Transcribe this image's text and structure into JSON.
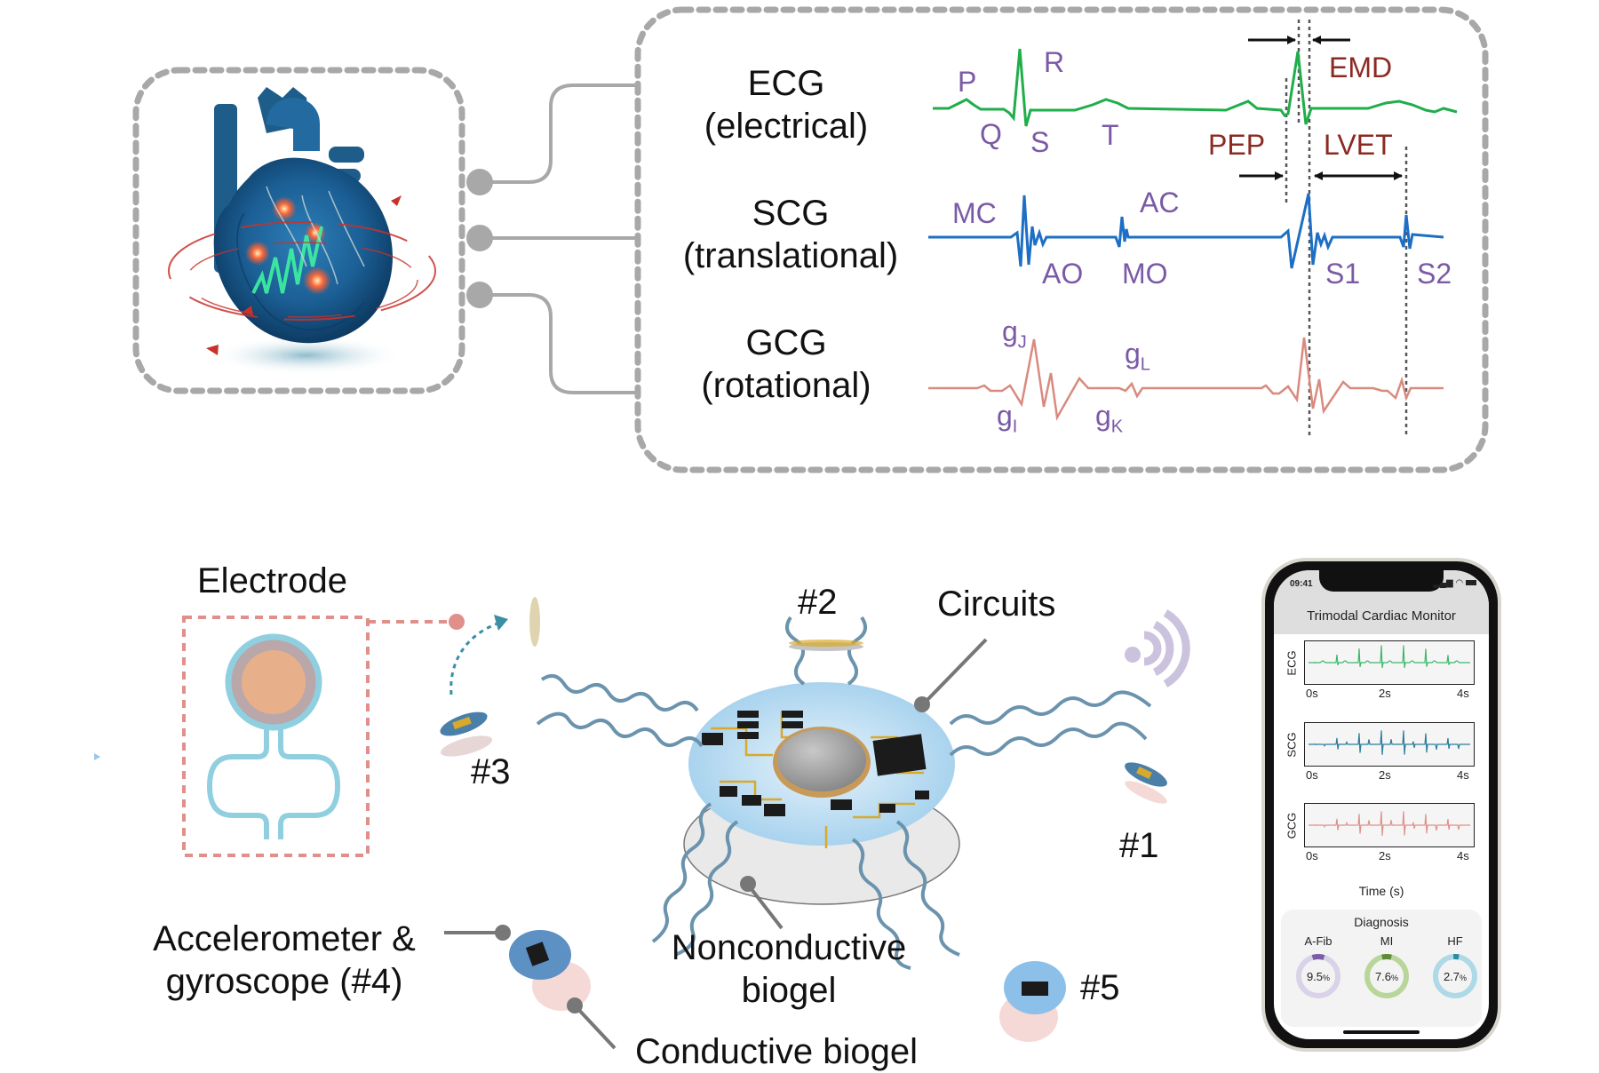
{
  "top_panel": {
    "signals": [
      {
        "name": "ECG",
        "type": "(electrical)",
        "color": "#1fae4a"
      },
      {
        "name": "SCG",
        "type": "(translational)",
        "color": "#1c6fc4"
      },
      {
        "name": "GCG",
        "type": "(rotational)",
        "color": "#d98a7e"
      }
    ],
    "ecg_points": [
      "P",
      "Q",
      "R",
      "S",
      "T"
    ],
    "scg_points": [
      "MC",
      "AO",
      "AC",
      "MO",
      "S1",
      "S2"
    ],
    "gcg_points": [
      {
        "base": "g",
        "sub": "J"
      },
      {
        "base": "g",
        "sub": "I"
      },
      {
        "base": "g",
        "sub": "L"
      },
      {
        "base": "g",
        "sub": "K"
      }
    ],
    "intervals": [
      "EMD",
      "PEP",
      "LVET"
    ]
  },
  "device": {
    "electrode_label": "Electrode",
    "circuits_label": "Circuits",
    "accel_label_line1": "Accelerometer &",
    "accel_label_line2": "gyroscope (#4)",
    "nonconductive_line1": "Nonconductive",
    "nonconductive_line2": "biogel",
    "conductive_label": "Conductive biogel",
    "electrode_ids": [
      "#1",
      "#2",
      "#3",
      "#5"
    ]
  },
  "phone": {
    "status_time": "09:41",
    "app_title": "Trimodal Cardiac Monitor",
    "charts": [
      {
        "label": "ECG",
        "color": "#3cb86a",
        "ticks": [
          "0s",
          "2s",
          "4s"
        ]
      },
      {
        "label": "SCG",
        "color": "#2b7d9a",
        "ticks": [
          "0s",
          "2s",
          "4s"
        ]
      },
      {
        "label": "GCG",
        "color": "#e0918a",
        "ticks": [
          "0s",
          "2s",
          "4s"
        ]
      }
    ],
    "time_axis_label": "Time (s)",
    "diagnosis": {
      "title": "Diagnosis",
      "items": [
        {
          "label": "A-Fib",
          "value": "9.5",
          "unit": "%",
          "fraction": 0.095,
          "ring": "#d9d2e8",
          "accent": "#7b5ea8"
        },
        {
          "label": "MI",
          "value": "7.6",
          "unit": "%",
          "fraction": 0.076,
          "ring": "#b9d69a",
          "accent": "#5e8a3a"
        },
        {
          "label": "HF",
          "value": "2.7",
          "unit": "%",
          "fraction": 0.027,
          "ring": "#aed9e6",
          "accent": "#2a8aa2"
        }
      ]
    }
  },
  "colors": {
    "panel_dash": "#a8a8a8",
    "electrode_box": "#e08f8a",
    "wifi": "#cbc2de",
    "interval_text": "#8b2a22",
    "point_text": "#7a5aa6"
  }
}
